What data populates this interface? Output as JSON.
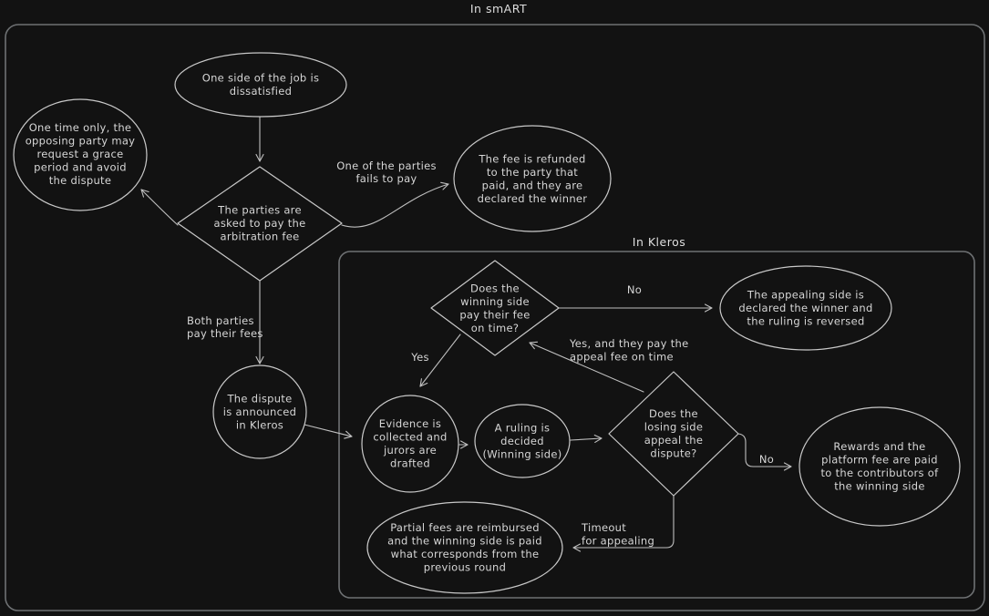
{
  "canvas": {
    "background": "#121212",
    "shape_stroke": "#c9c9c9",
    "container_stroke": "#6e7173",
    "text_color": "#d6d6d6"
  },
  "titles": {
    "outer": "In smART",
    "inner": "In Kleros"
  },
  "nodes": {
    "dissatisfied": {
      "shape": "ellipse",
      "lines": [
        "One side of the job is",
        "dissatisfied"
      ]
    },
    "grace_period": {
      "shape": "ellipse",
      "lines": [
        "One time only, the",
        "opposing party may",
        "request a grace",
        "period and avoid",
        "the dispute"
      ]
    },
    "pay_arbitration_fee": {
      "shape": "diamond",
      "lines": [
        "The parties are",
        "asked to pay the",
        "arbitration fee"
      ]
    },
    "fee_refunded": {
      "shape": "ellipse",
      "lines": [
        "The fee is refunded",
        "to the party that",
        "paid, and they are",
        "declared the winner"
      ]
    },
    "dispute_announced": {
      "shape": "circle",
      "lines": [
        "The dispute",
        "is announced",
        "in Kleros"
      ]
    },
    "winning_side_pays": {
      "shape": "diamond",
      "lines": [
        "Does the",
        "winning side",
        "pay their fee",
        "on time?"
      ]
    },
    "ruling_reversed": {
      "shape": "ellipse",
      "lines": [
        "The appealing side is",
        "declared the winner and",
        "the ruling is reversed"
      ]
    },
    "evidence_collected": {
      "shape": "circle",
      "lines": [
        "Evidence is",
        "collected and",
        "jurors are",
        "drafted"
      ]
    },
    "ruling_decided": {
      "shape": "ellipse",
      "lines": [
        "A ruling is",
        "decided",
        "(Winning side)"
      ]
    },
    "losing_side_appeals": {
      "shape": "diamond",
      "lines": [
        "Does the",
        "losing side",
        "appeal the",
        "dispute?"
      ]
    },
    "rewards_paid": {
      "shape": "ellipse",
      "lines": [
        "Rewards and the",
        "platform fee are paid",
        "to the contributors of",
        "the winning side"
      ]
    },
    "partial_fees": {
      "shape": "ellipse",
      "lines": [
        "Partial fees are reimbursed",
        "and the winning side is paid",
        "what corresponds from the",
        "previous round"
      ]
    }
  },
  "edge_labels": {
    "fails_to_pay": [
      "One of the parties",
      "fails to pay"
    ],
    "both_pay": [
      "Both parties",
      "pay their fees"
    ],
    "no_top": "No",
    "yes": "Yes",
    "yes_appeal": [
      "Yes, and they pay the",
      "appeal fee on time"
    ],
    "no_right": "No",
    "timeout": [
      "Timeout",
      "for appealing"
    ]
  }
}
